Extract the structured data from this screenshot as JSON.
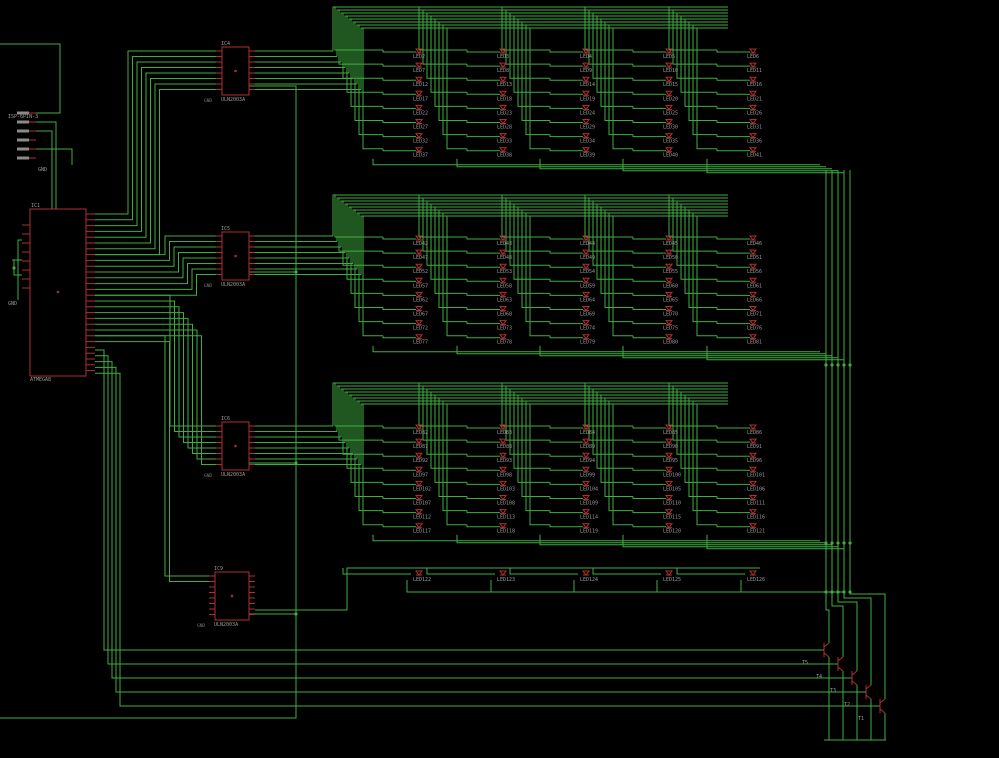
{
  "colors": {
    "background": "#000000",
    "wire": "#3fae3f",
    "component": "#b03030",
    "label": "#9a9a9a"
  },
  "mcu": {
    "ref": "IC1",
    "value": "ATMEGA8"
  },
  "connector": {
    "ref": "ISP-6PIN-3"
  },
  "drivers": [
    {
      "ref": "IC4",
      "value": "ULN2003A",
      "gnd": "GND"
    },
    {
      "ref": "IC5",
      "value": "ULN2003A",
      "gnd": "GND"
    },
    {
      "ref": "IC6",
      "value": "ULN2003A",
      "gnd": "GND"
    },
    {
      "ref": "IC9",
      "value": "ULN2003A",
      "gnd": "GND"
    }
  ],
  "gnd_labels": [
    "GND",
    "GND"
  ],
  "led_blocks": [
    [
      [
        "LED2",
        "LED7",
        "LED12",
        "LED17",
        "LED22",
        "LED27",
        "LED32",
        "LED37"
      ],
      [
        "LED3",
        "LED8",
        "LED13",
        "LED18",
        "LED23",
        "LED28",
        "LED33",
        "LED38"
      ],
      [
        "LED4",
        "LED9",
        "LED14",
        "LED19",
        "LED24",
        "LED29",
        "LED34",
        "LED39"
      ],
      [
        "LED5",
        "LED10",
        "LED15",
        "LED20",
        "LED25",
        "LED30",
        "LED35",
        "LED40"
      ],
      [
        "LED6",
        "LED11",
        "LED16",
        "LED21",
        "LED26",
        "LED31",
        "LED36",
        "LED41"
      ]
    ],
    [
      [
        "LED42",
        "LED47",
        "LED52",
        "LED57",
        "LED62",
        "LED67",
        "LED72",
        "LED77"
      ],
      [
        "LED43",
        "LED48",
        "LED53",
        "LED58",
        "LED63",
        "LED68",
        "LED73",
        "LED78"
      ],
      [
        "LED44",
        "LED49",
        "LED54",
        "LED59",
        "LED64",
        "LED69",
        "LED74",
        "LED79"
      ],
      [
        "LED45",
        "LED50",
        "LED55",
        "LED60",
        "LED65",
        "LED70",
        "LED75",
        "LED80"
      ],
      [
        "LED46",
        "LED51",
        "LED56",
        "LED61",
        "LED66",
        "LED71",
        "LED76",
        "LED81"
      ]
    ],
    [
      [
        "LED82",
        "LED87",
        "LED92",
        "LED97",
        "LED102",
        "LED107",
        "LED112",
        "LED117"
      ],
      [
        "LED83",
        "LED88",
        "LED93",
        "LED98",
        "LED103",
        "LED108",
        "LED113",
        "LED118"
      ],
      [
        "LED84",
        "LED89",
        "LED94",
        "LED99",
        "LED104",
        "LED109",
        "LED114",
        "LED119"
      ],
      [
        "LED85",
        "LED90",
        "LED95",
        "LED100",
        "LED105",
        "LED110",
        "LED115",
        "LED120"
      ],
      [
        "LED86",
        "LED91",
        "LED96",
        "LED101",
        "LED106",
        "LED111",
        "LED116",
        "LED121"
      ]
    ]
  ],
  "bottom_leds": [
    "LED122",
    "LED123",
    "LED124",
    "LED125",
    "LED126"
  ],
  "transistors": [
    "T5",
    "T4",
    "T3",
    "T2",
    "T1"
  ]
}
